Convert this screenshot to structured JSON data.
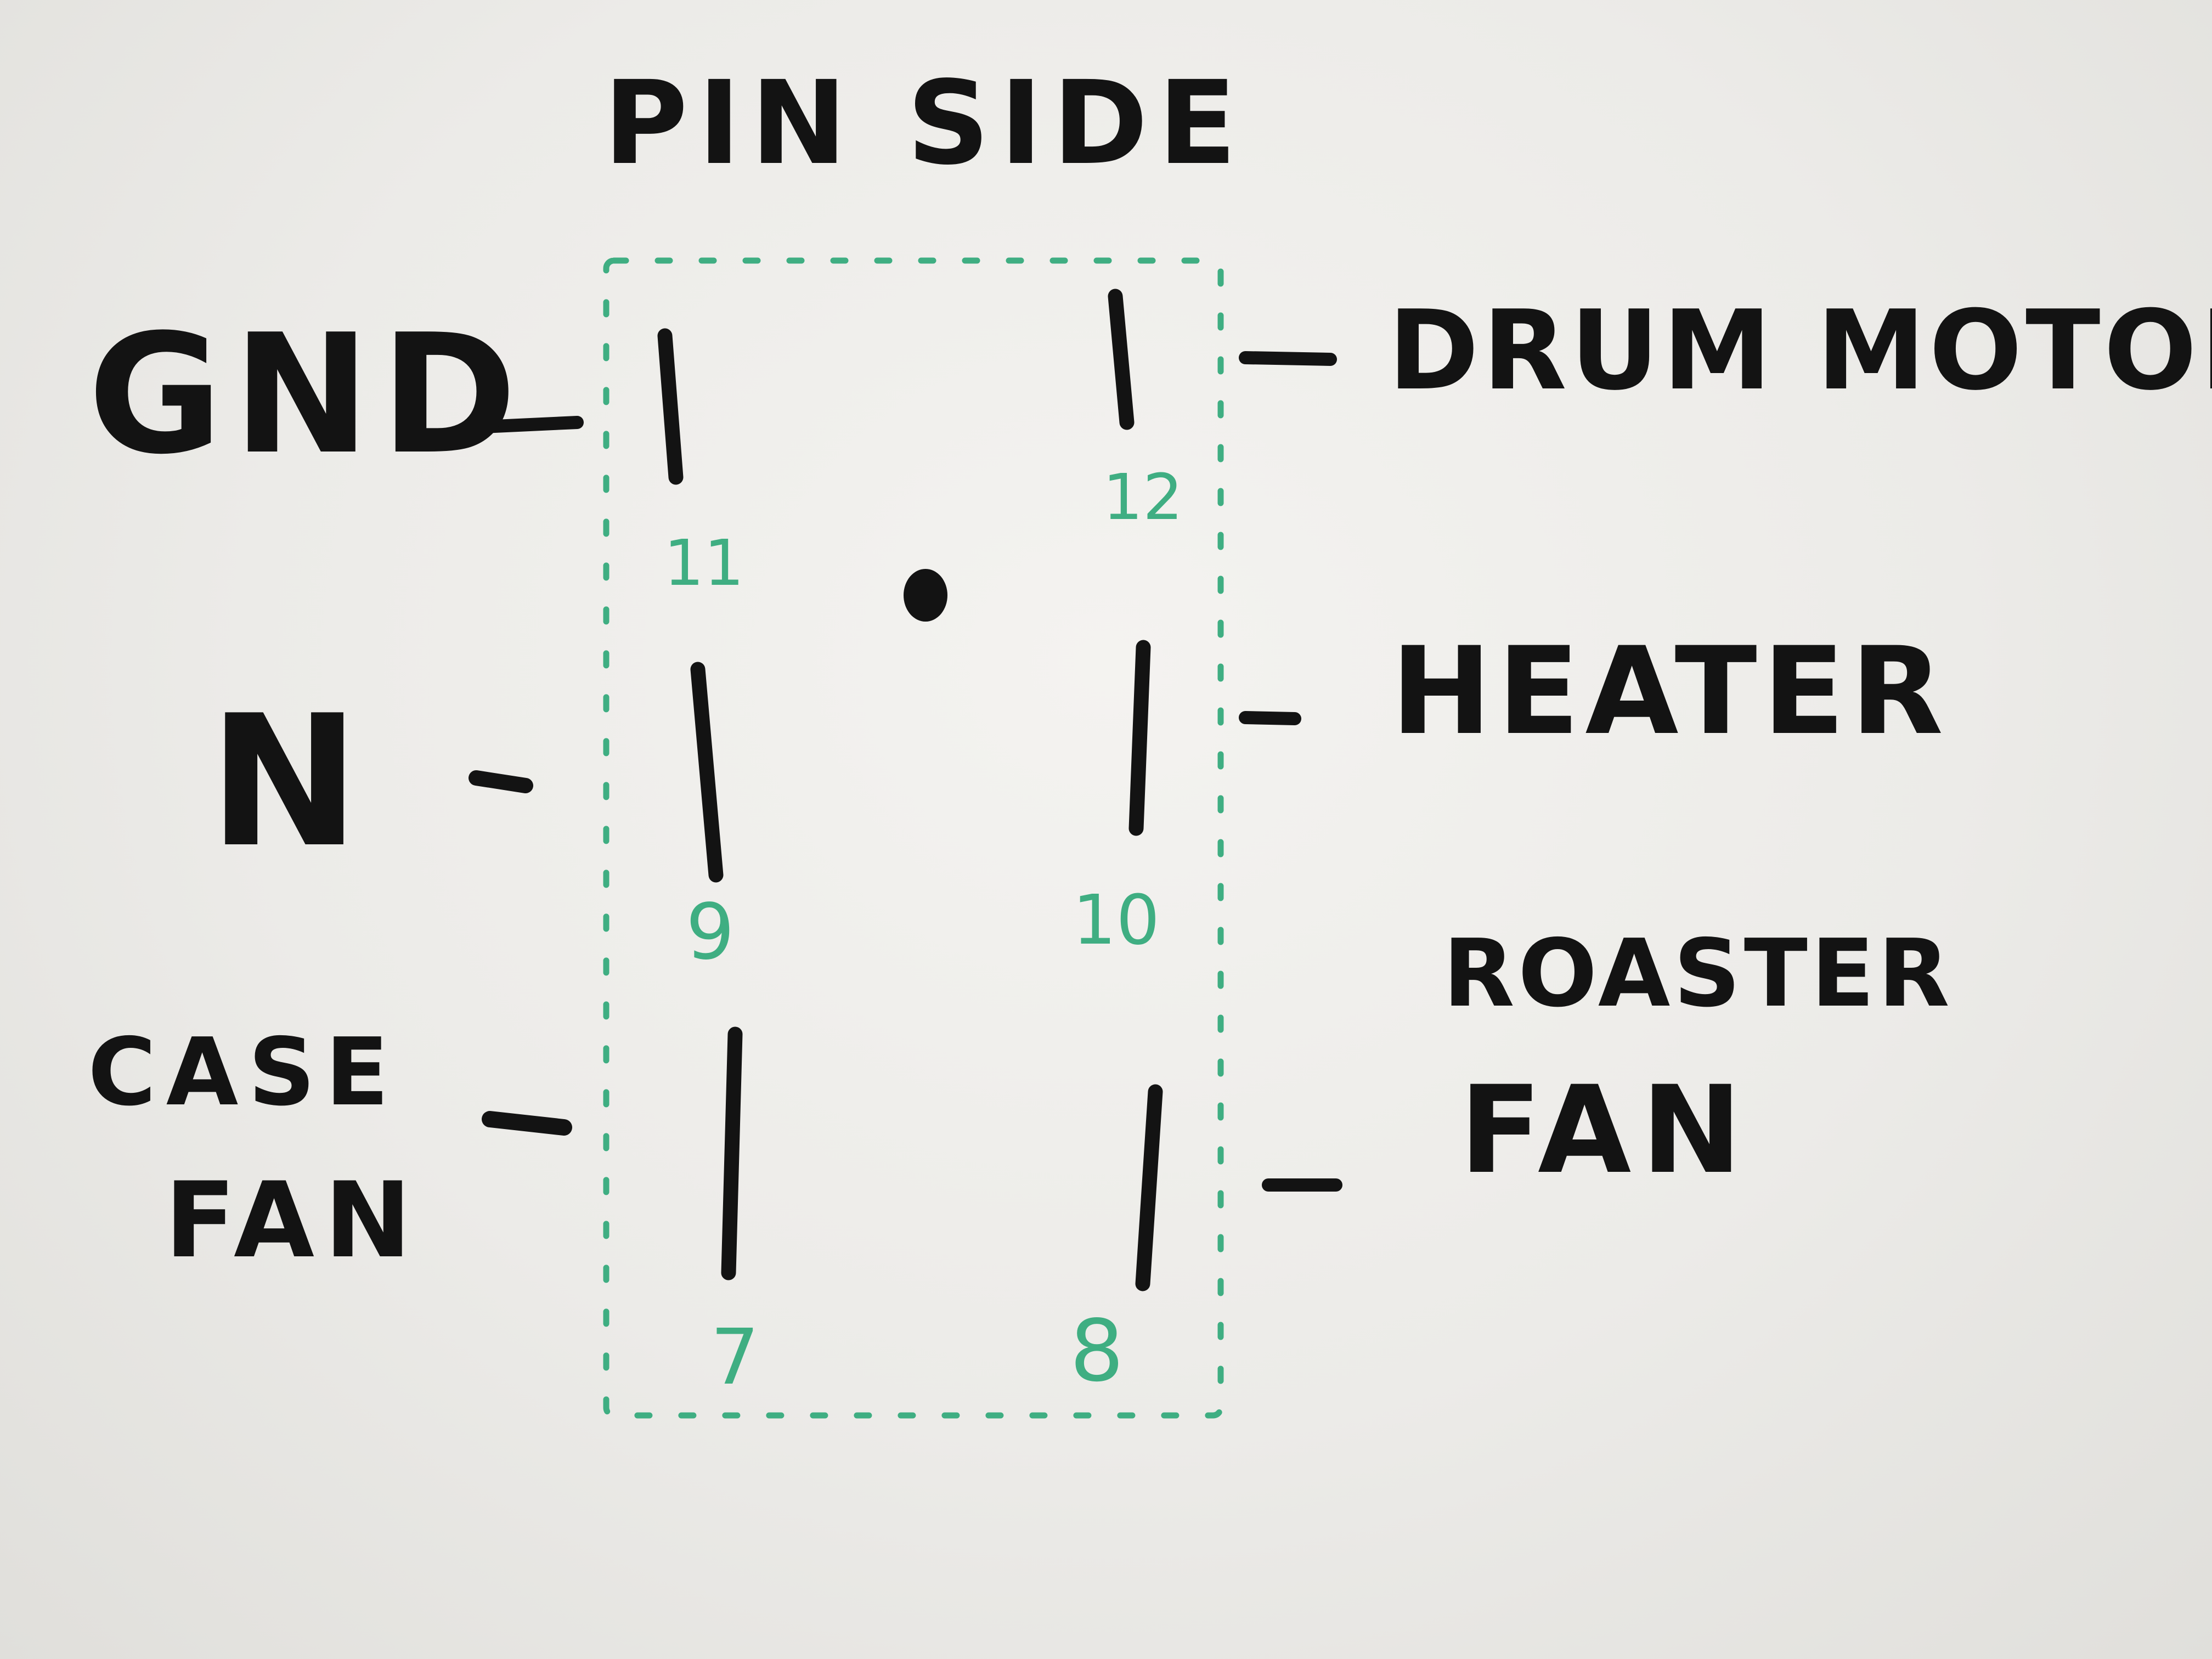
{
  "title": "PIN SIDE",
  "left_labels": {
    "gnd": "GND",
    "n": "N",
    "case_fan_line1": "CASE",
    "case_fan_line2": "FAN"
  },
  "right_labels": {
    "drum_motor": "DRUM MOTOR",
    "heater": "HEATER",
    "roaster_fan_line1": "ROASTER",
    "roaster_fan_line2": "FAN"
  },
  "pin_numbers": {
    "pin_11": "11",
    "pin_12": "12",
    "pin_9": "9",
    "pin_10": "10",
    "pin_7": "7",
    "pin_8": "8"
  },
  "colors": {
    "ink": "#131313",
    "connector_outline": "#3fae82",
    "board": "#efeeeb"
  }
}
